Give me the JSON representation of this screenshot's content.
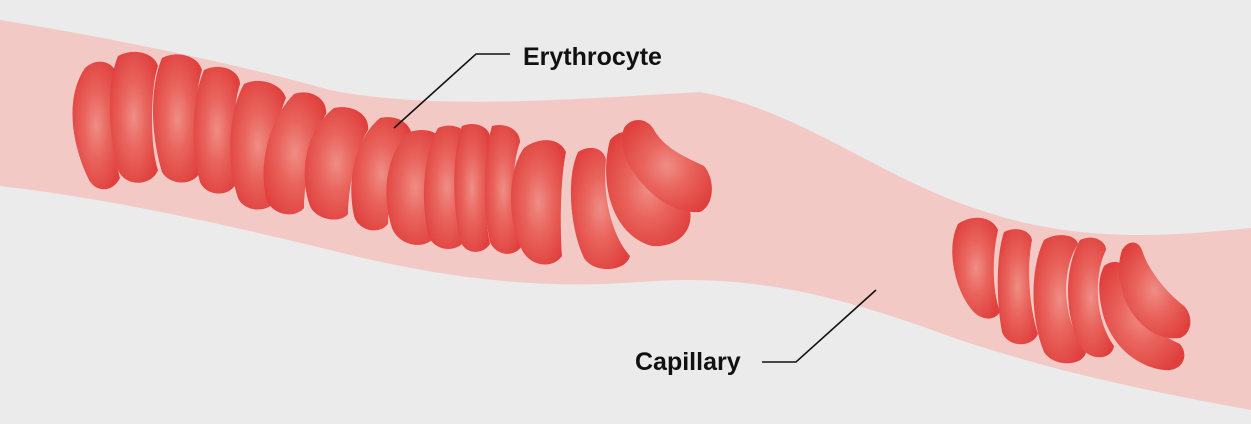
{
  "labels": {
    "erythrocyte": "Erythrocyte",
    "capillary": "Capillary"
  },
  "colors": {
    "background": "#ebebeb",
    "capillary": "#f3c9c6",
    "cell_edge": "#e0403d",
    "cell_center": "#ef8e85",
    "leader_line": "#111111",
    "label_text": "#111111"
  },
  "cell_groups": {
    "left_stack": {
      "cell_count": 16
    },
    "right_stack": {
      "cell_count": 6
    }
  }
}
